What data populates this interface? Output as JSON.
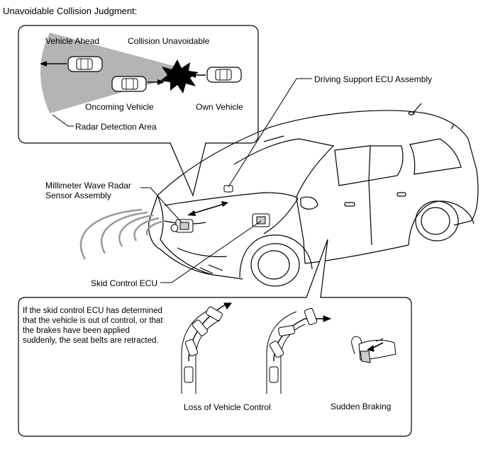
{
  "title": "Unavoidable Collision Judgment:",
  "top_panel": {
    "vehicle_ahead": "Vehicle Ahead",
    "collision_unavoidable": "Collision Unavoidable",
    "oncoming_vehicle": "Oncoming Vehicle",
    "own_vehicle": "Own Vehicle",
    "radar_detection_area": "Radar Detection Area"
  },
  "callouts": {
    "driving_support_ecu": "Driving Support ECU Assembly",
    "radar_sensor_line1": "Millimeter Wave Radar",
    "radar_sensor_line2": "Sensor Assembly",
    "skid_control_ecu": "Skid Control ECU"
  },
  "bottom_panel": {
    "description": "If the skid control ECU has determined that the vehicle is out of control, or that the brakes have been applied suddenly, the seat belts are retracted.",
    "loss_of_control": "Loss of Vehicle Control",
    "sudden_braking": "Sudden Braking"
  },
  "colors": {
    "radar_area": "#b4b4b4",
    "line": "#000000",
    "background": "#ffffff"
  }
}
